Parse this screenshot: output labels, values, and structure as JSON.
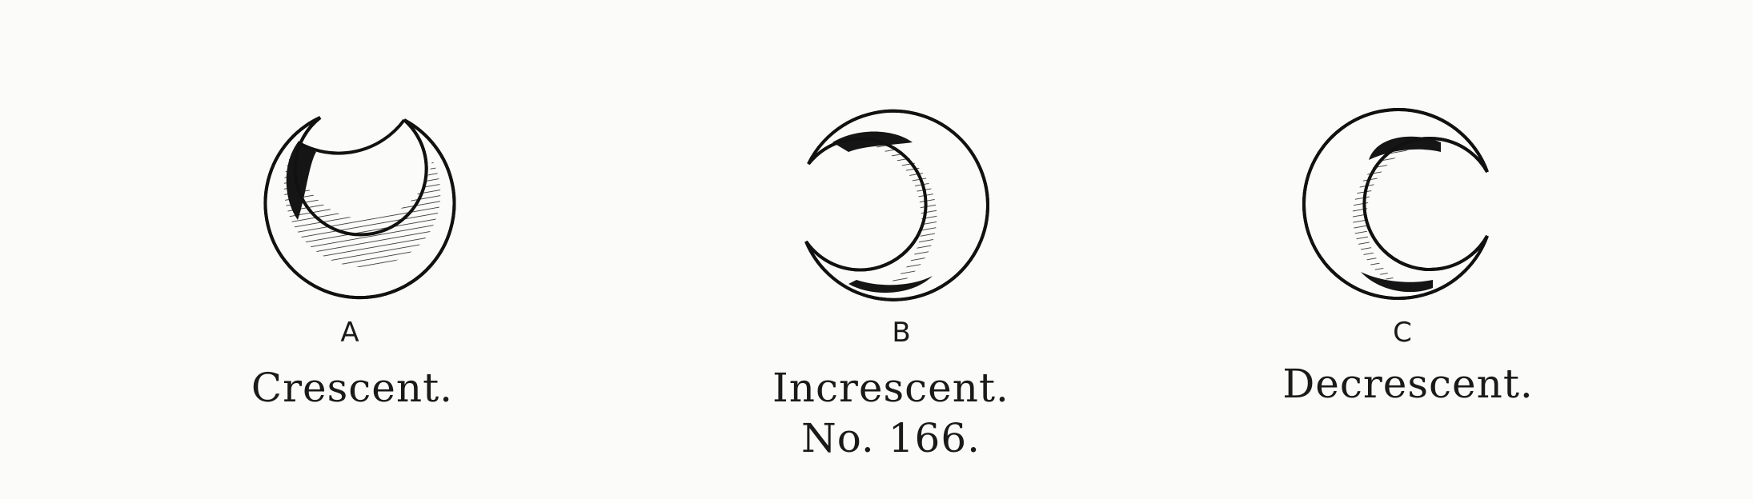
{
  "figures": [
    {
      "letter": "A",
      "caption": "Crescent."
    },
    {
      "letter": "B",
      "caption": "Increscent."
    },
    {
      "letter": "C",
      "caption": "Decrescent."
    }
  ],
  "footnote": "No. 166."
}
